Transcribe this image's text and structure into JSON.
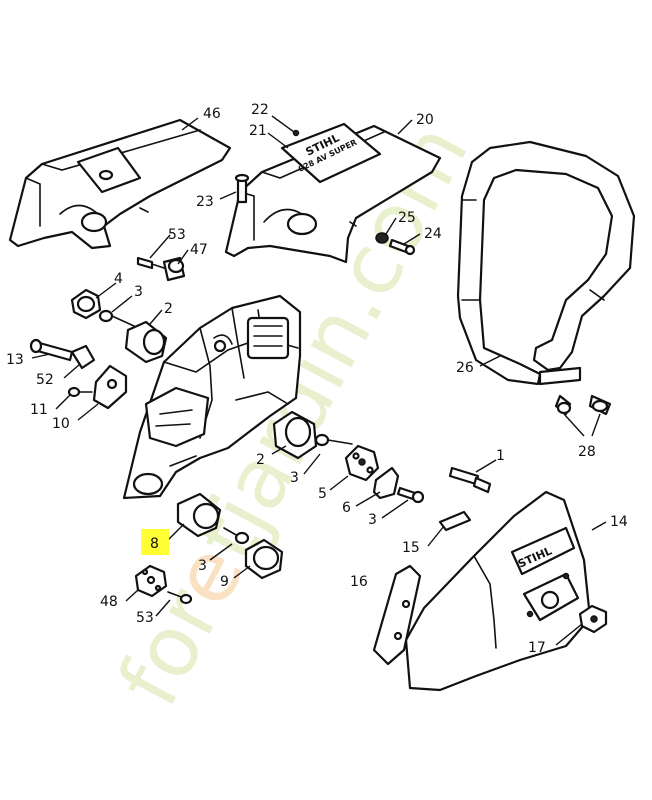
{
  "highlight_color": "#ffff33",
  "watermark": {
    "text_part1": "for",
    "text_part2": "e",
    "text_part3": "t",
    "text_part4": "jardin",
    "text_part5": ".com",
    "green": "#c7dc8a",
    "orange": "#f3b870"
  },
  "brand_labels": {
    "cover_brand": "STIHL",
    "cover_model": "028 AV SUPER",
    "sprocket_cover_brand": "STIHL"
  },
  "callouts": [
    {
      "id": "46",
      "label": "46"
    },
    {
      "id": "22",
      "label": "22"
    },
    {
      "id": "21",
      "label": "21"
    },
    {
      "id": "20",
      "label": "20"
    },
    {
      "id": "23",
      "label": "23"
    },
    {
      "id": "53a",
      "label": "53"
    },
    {
      "id": "47",
      "label": "47"
    },
    {
      "id": "25",
      "label": "25"
    },
    {
      "id": "24",
      "label": "24"
    },
    {
      "id": "4",
      "label": "4"
    },
    {
      "id": "3a",
      "label": "3"
    },
    {
      "id": "2a",
      "label": "2"
    },
    {
      "id": "13",
      "label": "13"
    },
    {
      "id": "52",
      "label": "52"
    },
    {
      "id": "11",
      "label": "11"
    },
    {
      "id": "10",
      "label": "10"
    },
    {
      "id": "26",
      "label": "26"
    },
    {
      "id": "28",
      "label": "28"
    },
    {
      "id": "1",
      "label": "1"
    },
    {
      "id": "2b",
      "label": "2"
    },
    {
      "id": "3b",
      "label": "3"
    },
    {
      "id": "5",
      "label": "5"
    },
    {
      "id": "6",
      "label": "6"
    },
    {
      "id": "3c",
      "label": "3"
    },
    {
      "id": "14",
      "label": "14"
    },
    {
      "id": "8",
      "label": "8",
      "highlighted": true
    },
    {
      "id": "3d",
      "label": "3"
    },
    {
      "id": "9",
      "label": "9"
    },
    {
      "id": "15",
      "label": "15"
    },
    {
      "id": "16",
      "label": "16"
    },
    {
      "id": "48",
      "label": "48"
    },
    {
      "id": "53b",
      "label": "53"
    },
    {
      "id": "17",
      "label": "17"
    }
  ]
}
